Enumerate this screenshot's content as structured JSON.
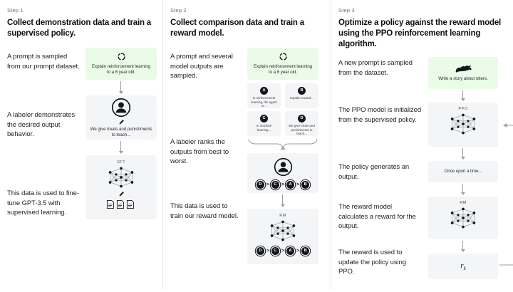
{
  "theme": {
    "background": "#ffffff",
    "node_bg": "#f4f5f6",
    "prompt_bg": "#eafbe7",
    "text": "#15161a",
    "muted": "#6e7178",
    "arrow": "#9a9da3"
  },
  "columns": [
    {
      "step_label": "Step 1",
      "title": "Collect demonstration data and train a supervised policy.",
      "captions": [
        "A prompt is sampled from our prompt dataset.",
        "A labeler demonstrates the desired output behavior.",
        "This data is used to fine-tune GPT-3.5 with supervised learning."
      ],
      "nodes": [
        {
          "name": "prompt-node",
          "icon": "recycle-icon",
          "text": "Explain reinforcement learning to a 6 year old."
        },
        {
          "name": "labeler-node",
          "icon": "person-icon",
          "text": "We give treats and punishments to teach..."
        },
        {
          "name": "sft-node",
          "title": "SFT",
          "icon": "neural-net-icon",
          "text": ""
        }
      ]
    },
    {
      "step_label": "Step 2",
      "title": "Collect comparison data and train a reward model.",
      "captions": [
        "A prompt and several model outputs are sampled.",
        "A labeler ranks the outputs from best to worst.",
        "This data is used to train our reward model."
      ],
      "nodes": [
        {
          "name": "prompt-node",
          "icon": "recycle-icon",
          "text": "Explain reinforcement learning to a 6 year old."
        },
        {
          "name": "ranking-node",
          "icon": "person-icon",
          "text": ""
        },
        {
          "name": "rm-node",
          "title": "RM",
          "icon": "neural-net-icon",
          "text": ""
        }
      ],
      "outputs": [
        {
          "letter": "A",
          "text": "In reinforcement learning, the agent is..."
        },
        {
          "letter": "B",
          "text": "Explain reward..."
        },
        {
          "letter": "C",
          "text": "In machine learning..."
        },
        {
          "letter": "D",
          "text": "We give treats and punishments to teach..."
        }
      ],
      "ranking": [
        "D",
        "C",
        "A",
        "B"
      ]
    },
    {
      "step_label": "Step 3",
      "title": "Optimize a policy against the reward model using the PPO reinforcement learning algorithm.",
      "captions": [
        "A new prompt is sampled from the dataset.",
        "The PPO model is initialized from the supervised policy.",
        "The policy generates an output.",
        "The reward model calculates a reward for the output.",
        "The reward is used to update the policy using PPO."
      ],
      "nodes": [
        {
          "name": "new-prompt-node",
          "icon": "otter-icon",
          "text": "Write a story about otters."
        },
        {
          "name": "ppo-node",
          "title": "PPO",
          "icon": "neural-net-icon",
          "text": ""
        },
        {
          "name": "output-node",
          "icon": "",
          "text": "Once upon a time..."
        },
        {
          "name": "rm-node",
          "title": "RM",
          "icon": "neural-net-icon",
          "text": ""
        },
        {
          "name": "reward-node",
          "icon": "",
          "text": "r",
          "subscript": "k"
        }
      ]
    }
  ]
}
